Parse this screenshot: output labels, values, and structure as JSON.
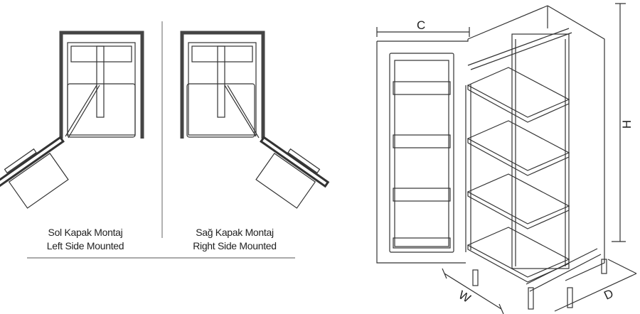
{
  "left_view": {
    "title": "Sol Kapak Montaj",
    "subtitle": "Left Side Mounted"
  },
  "right_view": {
    "title": "Sağ Kapak Montaj",
    "subtitle": "Right Side Mounted"
  },
  "dimensions": {
    "c": "C",
    "h": "H",
    "w": "W",
    "d": "D"
  },
  "colors": {
    "line": "#333333",
    "wall": "#555555",
    "divider": "#999999"
  }
}
